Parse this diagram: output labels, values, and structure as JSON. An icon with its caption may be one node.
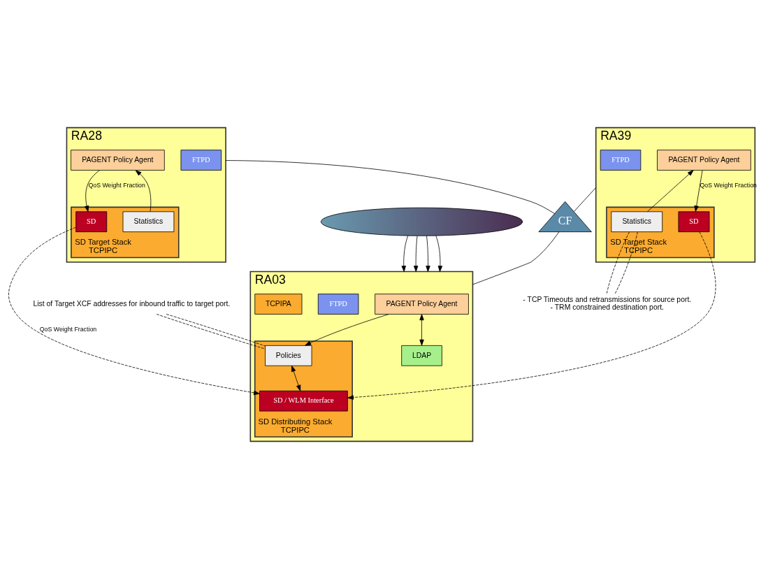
{
  "diagram": {
    "nodes": [
      {
        "text": [
          "RA28"
        ]
      },
      {
        "text": [
          "FTPD"
        ],
        "in": 0
      },
      {
        "text": [
          "PAGENT Policy Agent"
        ],
        "in": 0
      },
      {
        "text": [
          "SD Target Stack",
          "TCPIPC"
        ],
        "in": 0
      },
      {
        "text": [
          "SD"
        ],
        "in": 3
      },
      {
        "text": [
          "Statistics"
        ],
        "in": 3
      },
      {
        "text": [
          "RA39"
        ]
      },
      {
        "text": [
          "FTPD"
        ],
        "in": 6
      },
      {
        "text": [
          "PAGENT Policy Agent"
        ],
        "in": 6
      },
      {
        "text": [
          "SD Target Stack",
          "TCPIPC"
        ],
        "in": 6
      },
      {
        "text": [
          "SD"
        ],
        "in": 9
      },
      {
        "text": [
          "Statistics"
        ],
        "in": 9
      },
      {
        "text": [
          "CF"
        ]
      },
      {
        "text": [
          "- TCP Timeouts and retransmissions for source port.",
          "- TRM constrained destination port."
        ]
      },
      {
        "text": [
          "RA03"
        ]
      },
      {
        "text": [
          "PAGENT Policy Agent"
        ],
        "in": 14
      },
      {
        "text": [
          "FTPD"
        ],
        "in": 14
      },
      {
        "text": [
          "LDAP"
        ],
        "in": 14
      },
      {
        "text": [
          "SD Distributing Stack",
          "TCPIPC"
        ],
        "in": 14
      },
      {
        "text": [
          "Policies"
        ],
        "in": 18
      },
      {
        "text": [
          "SD / WLM Interface"
        ],
        "in": 18
      },
      {
        "text": [
          "TCPIPA"
        ],
        "in": 14
      },
      {
        "text": [
          "List of Target XCF addresses for inbound traffic to target port."
        ]
      },
      {
        "text": [],
        "shape": "ellipse"
      }
    ],
    "edges": [
      {
        "from": 2,
        "to": 4,
        "arrow": "to",
        "label": "QoS Weight Fraction"
      },
      {
        "from": 5,
        "to": 2,
        "arrow": "to"
      },
      {
        "from": 8,
        "to": 10,
        "arrow": "to",
        "label": "QoS Weight Fraction"
      },
      {
        "from": 11,
        "to": 8,
        "arrow": "to"
      },
      {
        "from": 0,
        "to": 12,
        "arrow": "none"
      },
      {
        "from": 6,
        "to": 12,
        "arrow": "none"
      },
      {
        "from": 12,
        "to": 14,
        "arrow": "none"
      },
      {
        "from": 4,
        "to": 20,
        "arrow": "to",
        "style": "dashed",
        "label": "QoS Weight Fraction"
      },
      {
        "from": 10,
        "to": 20,
        "arrow": "to",
        "style": "dashed"
      },
      {
        "from": 11,
        "to": 13,
        "arrow": "none",
        "style": "dashed"
      },
      {
        "from": 11,
        "to": 13,
        "arrow": "none",
        "style": "dashed"
      },
      {
        "from": 15,
        "to": 17,
        "arrow": "both"
      },
      {
        "from": 15,
        "to": 19,
        "arrow": "to"
      },
      {
        "from": 19,
        "to": 20,
        "arrow": "both"
      },
      {
        "from": 22,
        "to": 19,
        "arrow": "none",
        "style": "dashed"
      },
      {
        "from": 22,
        "to": 19,
        "arrow": "none",
        "style": "dashed"
      },
      {
        "from": 23,
        "to": 14,
        "arrow": "to"
      },
      {
        "from": 23,
        "to": 14,
        "arrow": "to"
      },
      {
        "from": 23,
        "to": 14,
        "arrow": "to"
      },
      {
        "from": 23,
        "to": 14,
        "arrow": "to"
      }
    ]
  }
}
